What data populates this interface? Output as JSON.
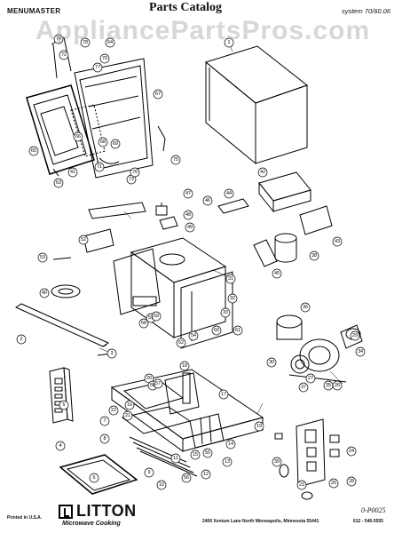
{
  "header": {
    "brand": "MENUMASTER",
    "title": "Parts  Catalog",
    "system": "system  70/60.06"
  },
  "watermark": "AppliancePartsPros.com",
  "callouts": [
    "1",
    "2",
    "3",
    "4",
    "5",
    "6",
    "7",
    "8",
    "9",
    "10",
    "11",
    "12",
    "13",
    "14",
    "15",
    "16",
    "17",
    "18",
    "19",
    "20",
    "21",
    "22",
    "23",
    "24",
    "25",
    "26",
    "27",
    "28",
    "29",
    "30",
    "31",
    "32",
    "33",
    "34",
    "35",
    "36",
    "37",
    "38",
    "39",
    "40",
    "41",
    "42",
    "43",
    "44",
    "45",
    "46",
    "47",
    "48",
    "49",
    "50",
    "51",
    "52",
    "53",
    "54",
    "55",
    "56",
    "57",
    "58",
    "59",
    "60",
    "61",
    "62",
    "63",
    "64",
    "65",
    "66",
    "67",
    "68",
    "69",
    "70",
    "71",
    "72",
    "73",
    "74",
    "75",
    "76",
    "77",
    "78"
  ],
  "footer": {
    "printed": "Printed in U.S.A.",
    "logo": "LITTON",
    "logo_sub": "Microwave Cooking",
    "address": "2400  Xenium  Lane  North    Minneapolis,  Minnesota    55441",
    "phone": "612 - 546-5555",
    "code": "0-P0025"
  }
}
